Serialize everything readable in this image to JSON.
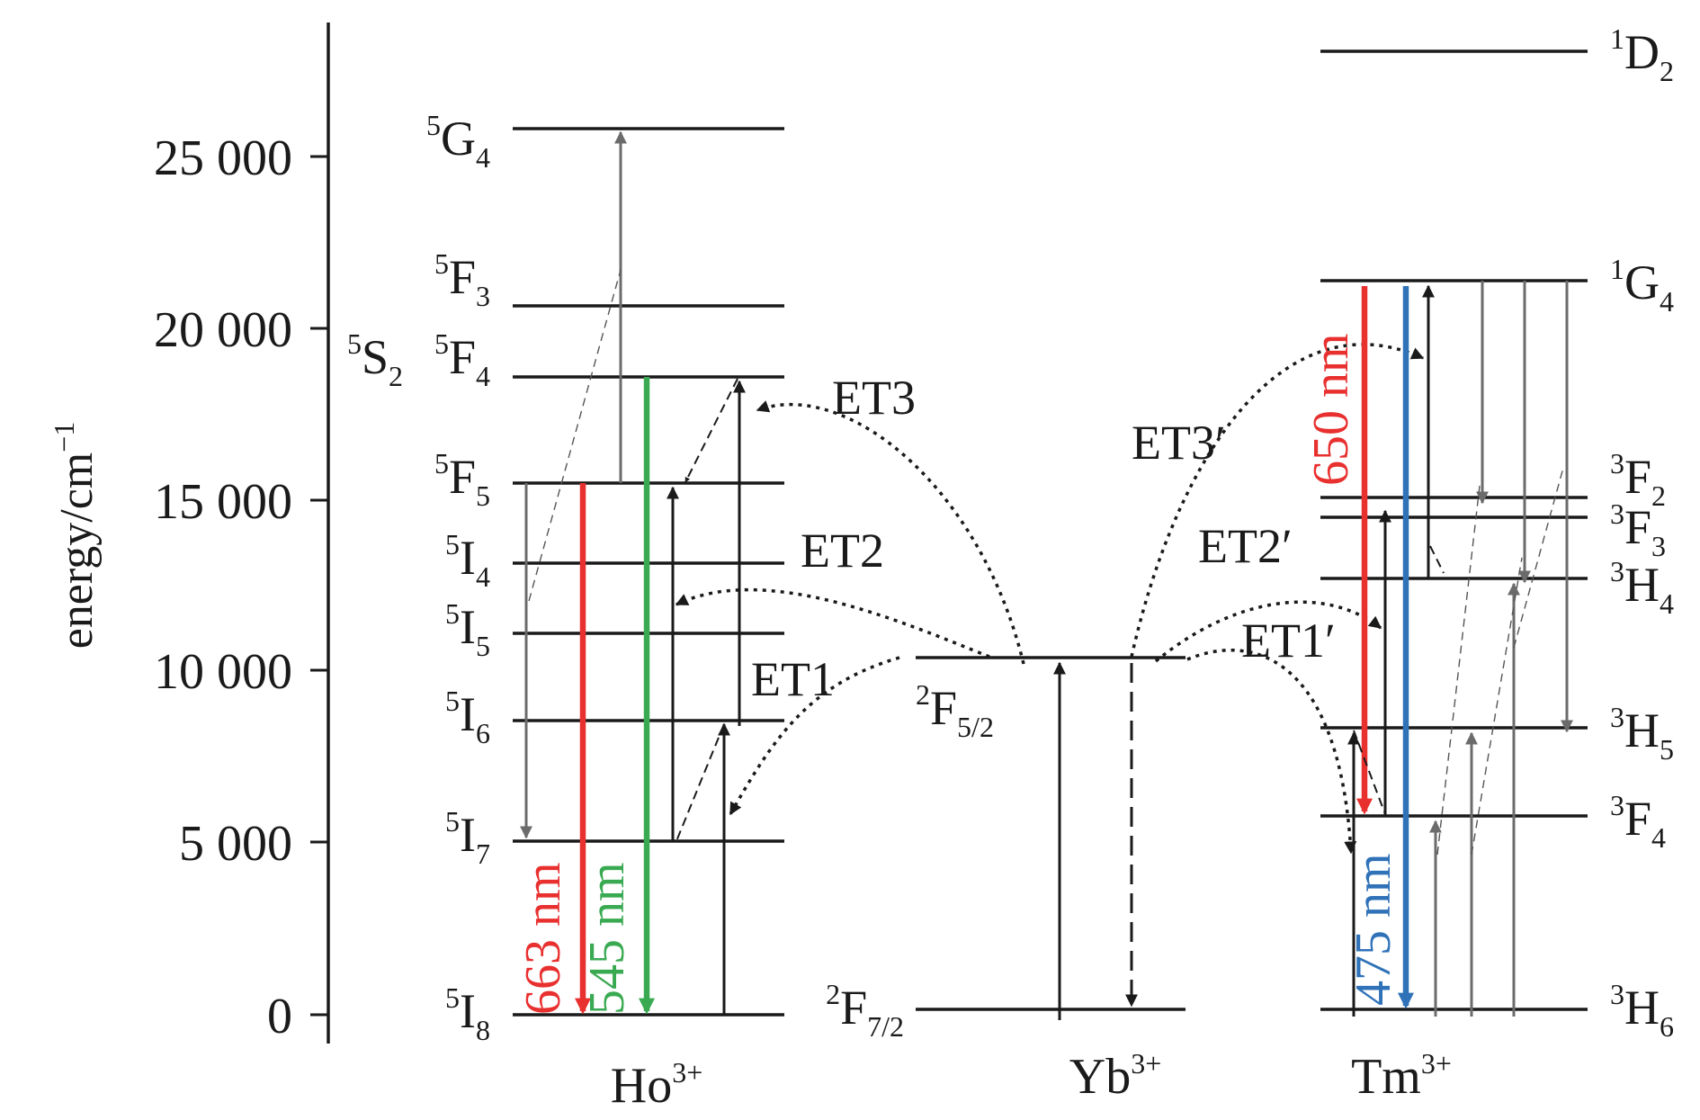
{
  "axis": {
    "label": "energy/cm",
    "label_sup": "−1",
    "ticks": [
      "0",
      "5 000",
      "10 000",
      "15 000",
      "20 000",
      "25 000"
    ]
  },
  "ions": {
    "ho": {
      "name": "Ho",
      "charge": "3+"
    },
    "yb": {
      "name": "Yb",
      "charge": "3+"
    },
    "tm": {
      "name": "Tm",
      "charge": "3+"
    }
  },
  "levels": {
    "ho": [
      {
        "mult": "5",
        "letter": "G",
        "sub": "4"
      },
      {
        "mult": "5",
        "letter": "F",
        "sub": "3"
      },
      {
        "mult": "5",
        "letter": "F",
        "sub": "4"
      },
      {
        "mult": "5",
        "letter": "S",
        "sub": "2"
      },
      {
        "mult": "5",
        "letter": "F",
        "sub": "5"
      },
      {
        "mult": "5",
        "letter": "I",
        "sub": "4"
      },
      {
        "mult": "5",
        "letter": "I",
        "sub": "5"
      },
      {
        "mult": "5",
        "letter": "I",
        "sub": "6"
      },
      {
        "mult": "5",
        "letter": "I",
        "sub": "7"
      },
      {
        "mult": "5",
        "letter": "I",
        "sub": "8"
      }
    ],
    "yb": [
      {
        "mult": "2",
        "letter": "F",
        "sub": "5/2"
      },
      {
        "mult": "2",
        "letter": "F",
        "sub": "7/2"
      }
    ],
    "tm": [
      {
        "mult": "1",
        "letter": "D",
        "sub": "2"
      },
      {
        "mult": "1",
        "letter": "G",
        "sub": "4"
      },
      {
        "mult": "3",
        "letter": "F",
        "sub": "2"
      },
      {
        "mult": "3",
        "letter": "F",
        "sub": "3"
      },
      {
        "mult": "3",
        "letter": "H",
        "sub": "4"
      },
      {
        "mult": "3",
        "letter": "H",
        "sub": "5"
      },
      {
        "mult": "3",
        "letter": "F",
        "sub": "4"
      },
      {
        "mult": "3",
        "letter": "H",
        "sub": "6"
      }
    ]
  },
  "transfers": [
    "ET1",
    "ET2",
    "ET3",
    "ET1′",
    "ET2′",
    "ET3′"
  ],
  "emissions": [
    {
      "label": "663 nm",
      "color": "#e8302f"
    },
    {
      "label": "545 nm",
      "color": "#3aaa52"
    },
    {
      "label": "650 nm",
      "color": "#e8302f"
    },
    {
      "label": "475 nm",
      "color": "#2f72b8"
    }
  ],
  "colors": {
    "black": "#1a1a1a",
    "gray": "#6b6b6b",
    "red": "#e8302f",
    "green": "#3aaa52",
    "blue": "#2f72b8"
  }
}
